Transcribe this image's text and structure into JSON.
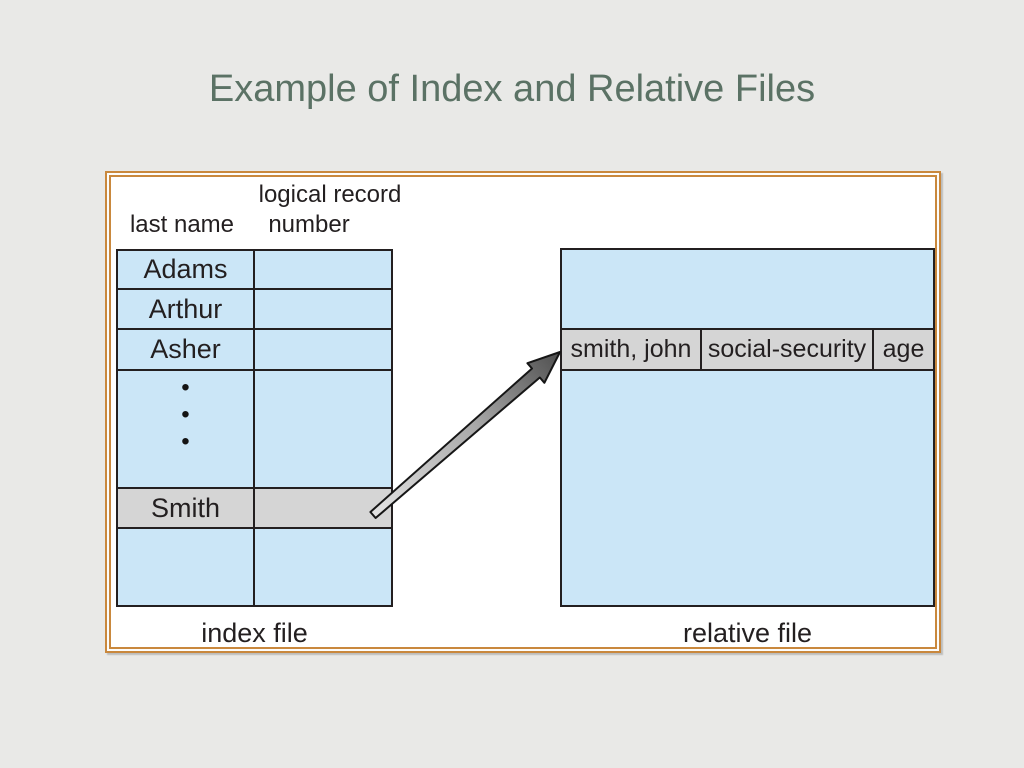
{
  "slide": {
    "title": "Example of Index and Relative Files"
  },
  "diagram": {
    "index_table": {
      "header": {
        "col1": "last name",
        "col2_line1": "logical record",
        "col2_line2": "number"
      },
      "rows": [
        "Adams",
        "Arthur",
        "Asher"
      ],
      "dots": [
        "•",
        "•",
        "•"
      ],
      "highlighted_row": "Smith",
      "caption": "index file"
    },
    "relative_table": {
      "record_cells": [
        "smith, john",
        "social-security",
        "age"
      ],
      "caption": "relative file"
    },
    "colors": {
      "title_green": "#5b7265",
      "cell_blue": "#cbe6f7",
      "cell_gray": "#d5d5d5",
      "frame_orange": "#c9883d",
      "line_dark": "#231f20",
      "background_gray": "#e9e9e7"
    }
  }
}
